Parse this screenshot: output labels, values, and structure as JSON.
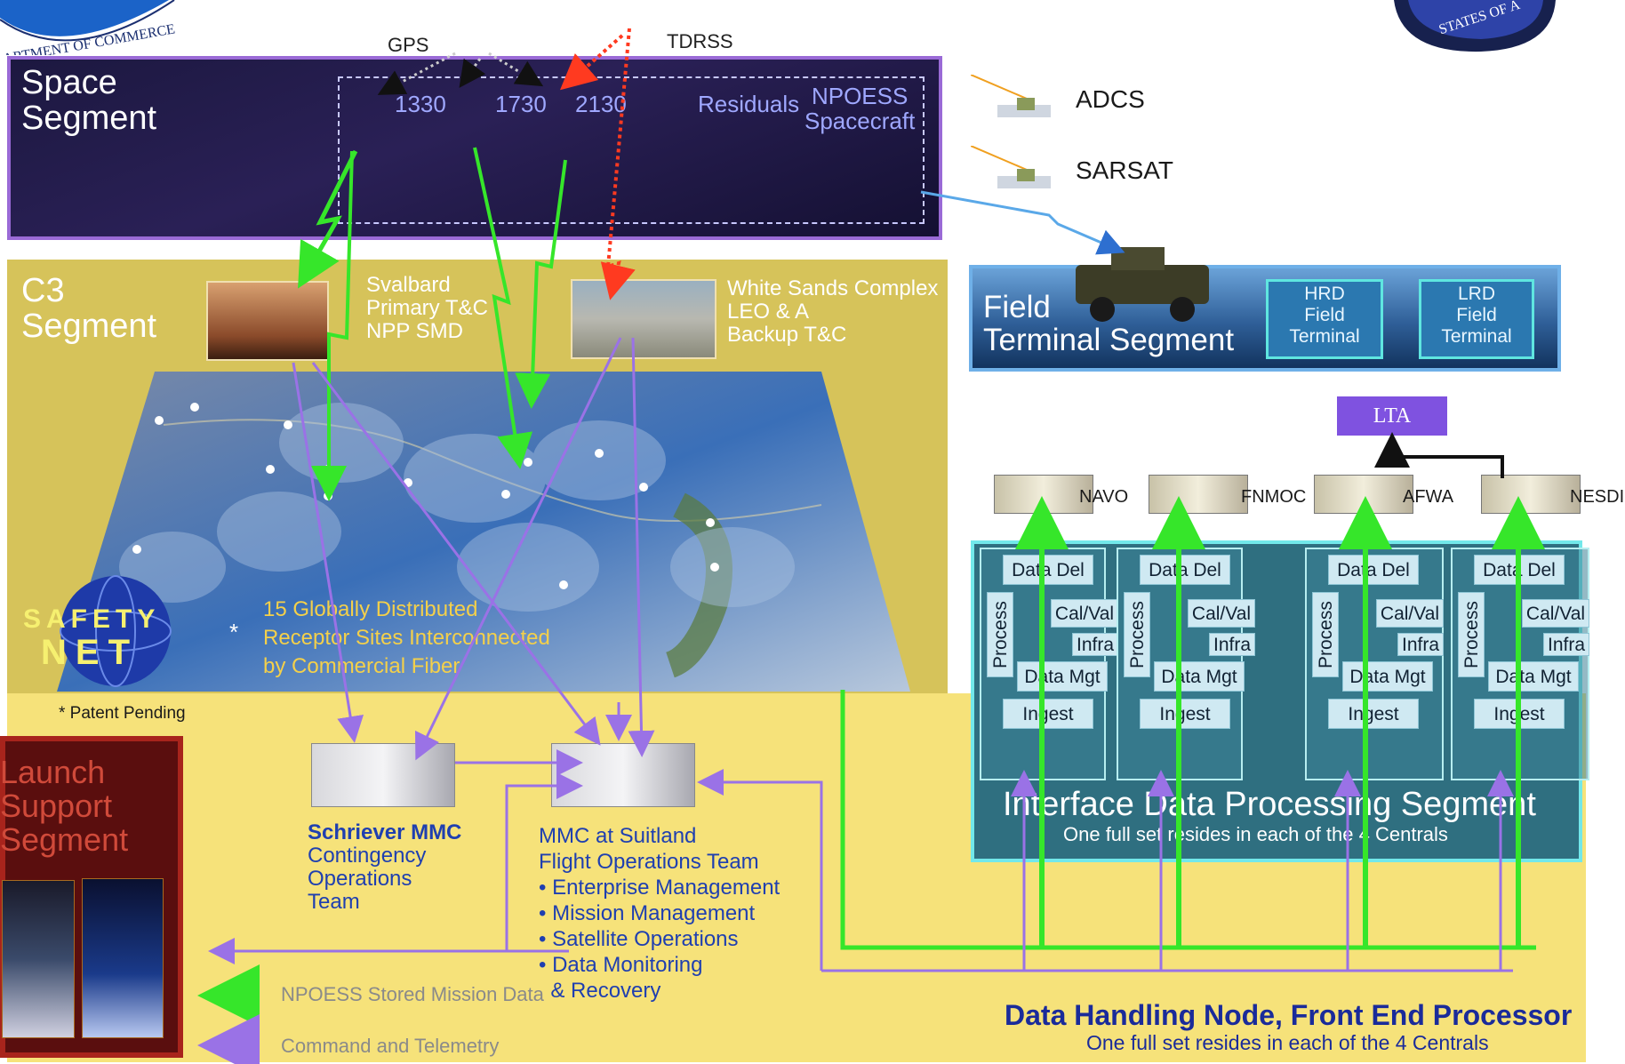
{
  "space": {
    "title_line1": "Space",
    "title_line2": "Segment",
    "orbits": [
      "1330",
      "1730",
      "2130"
    ],
    "residuals": "Residuals",
    "npoess_line1": "NPOESS",
    "npoess_line2": "Spacecraft",
    "gps": "GPS",
    "tdrss": "TDRSS"
  },
  "relays": {
    "adcs": "ADCS",
    "sarsat": "SARSAT"
  },
  "c3": {
    "title_line1": "C3",
    "title_line2": "Segment",
    "svalbard": [
      "Svalbard",
      "Primary T&C",
      "NPP SMD"
    ],
    "white_sands": [
      "White Sands Complex",
      "LEO & A",
      "Backup T&C"
    ],
    "receptors": [
      "15 Globally Distributed",
      "Receptor Sites Interconnected",
      "by Commercial Fiber"
    ],
    "safety_net": [
      "SAFETY",
      "NET"
    ],
    "patent_mark": "*",
    "patent": "* Patent Pending"
  },
  "field": {
    "title_line1": "Field",
    "title_line2": "Terminal Segment",
    "hrd": [
      "HRD",
      "Field",
      "Terminal"
    ],
    "lrd": [
      "LRD",
      "Field",
      "Terminal"
    ]
  },
  "lta": "LTA",
  "centrals": [
    "NAVO",
    "FNMOC",
    "AFWA",
    "NESDIS"
  ],
  "idp": {
    "chips": {
      "data_del": "Data Del",
      "process": "Process",
      "cal_val": "Cal/Val",
      "infra": "Infra",
      "data_mgt": "Data Mgt",
      "ingest": "Ingest"
    },
    "title": "Interface  Data  Processing   Segment",
    "subtitle": "One  full  set   resides  in  each  of  the  4  Centrals"
  },
  "launch": {
    "title": [
      "Launch",
      "Support",
      "Segment"
    ]
  },
  "schriever": {
    "title": "Schriever MMC",
    "lines": [
      "Contingency",
      "Operations",
      "Team"
    ]
  },
  "suitland": {
    "title": "MMC at Suitland",
    "line1": "Flight Operations Team",
    "bullets": [
      "• Enterprise Management",
      "• Mission Management",
      "• Satellite Operations",
      "• Data Monitoring",
      "  & Recovery"
    ]
  },
  "legend": {
    "green": "NPOESS Stored Mission Data",
    "purple": "Command and Telemetry"
  },
  "dhn": {
    "title": "Data Handling Node, Front End Processor",
    "subtitle": "One full set resides in each of the 4 Centrals"
  },
  "colors": {
    "green": "#36e62a",
    "purple": "#9a72e6",
    "red": "#ff3a20",
    "lta": "#7f52e0"
  }
}
